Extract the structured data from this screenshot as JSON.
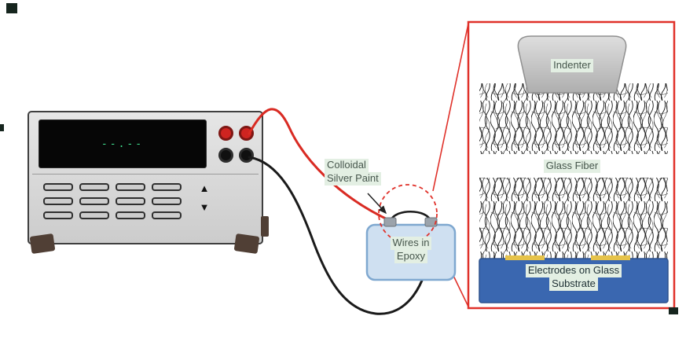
{
  "colors": {
    "accent_red": "#E0312A",
    "wire_red": "#D92B23",
    "wire_black": "#1A1A1A",
    "sample_fill": "#CFE0F1",
    "sample_border": "#7FA8D0",
    "substrate_blue": "#3A67B0",
    "electrode_yellow": "#E6C34A",
    "display_green": "#3FDF8E",
    "label_highlight": "#E3EFE3",
    "indenter_gray": "#C6C6C6"
  },
  "meter": {
    "display_text": "--.--",
    "arrow_up_icon": "▲",
    "arrow_down_icon": "▼"
  },
  "labels": {
    "colloidal_silver_paint": {
      "line1": "Colloidal",
      "line2": "Silver Paint"
    },
    "wires_in_epoxy": {
      "line1": "Wires in",
      "line2": "Epoxy"
    },
    "indenter": "Indenter",
    "glass_fiber": "Glass Fiber",
    "electrodes": {
      "line1": "Electrodes on Glass",
      "line2": "Substrate"
    }
  }
}
